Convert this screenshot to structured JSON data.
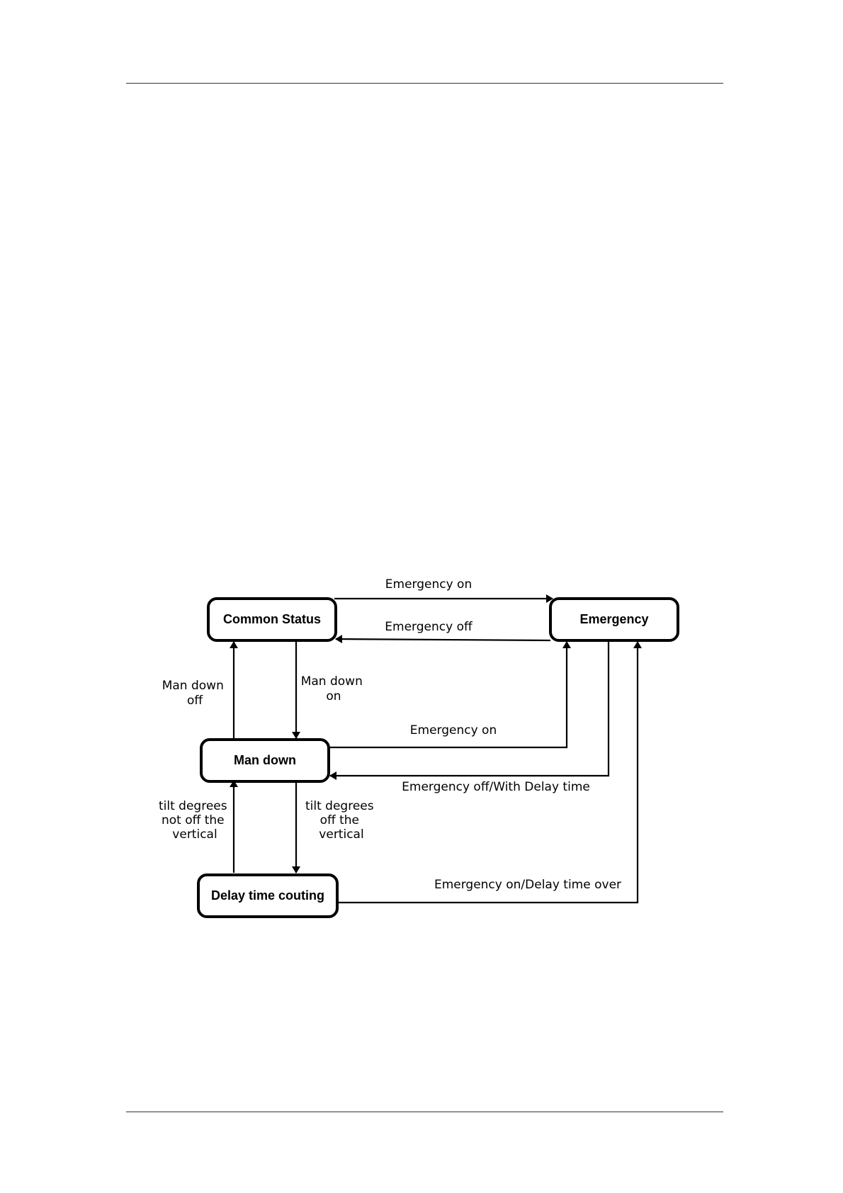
{
  "diagram": {
    "nodes": {
      "common_status": "Common Status",
      "emergency": "Emergency",
      "man_down": "Man down",
      "delay_time_couting": "Delay time couting"
    },
    "edges": {
      "common_to_emergency": "Emergency on",
      "emergency_to_common": "Emergency off",
      "common_to_mandown": [
        "Man down",
        "on"
      ],
      "mandown_to_common": [
        "Man down",
        "off"
      ],
      "mandown_to_emergency": "Emergency on",
      "emergency_to_mandown": "Emergency off/With Delay time",
      "mandown_to_delay": [
        "tilt degrees",
        "off the",
        "vertical"
      ],
      "delay_to_mandown": [
        "tilt degrees",
        "not off the",
        "vertical"
      ],
      "delay_to_emergency": "Emergency on/Delay time over"
    }
  }
}
